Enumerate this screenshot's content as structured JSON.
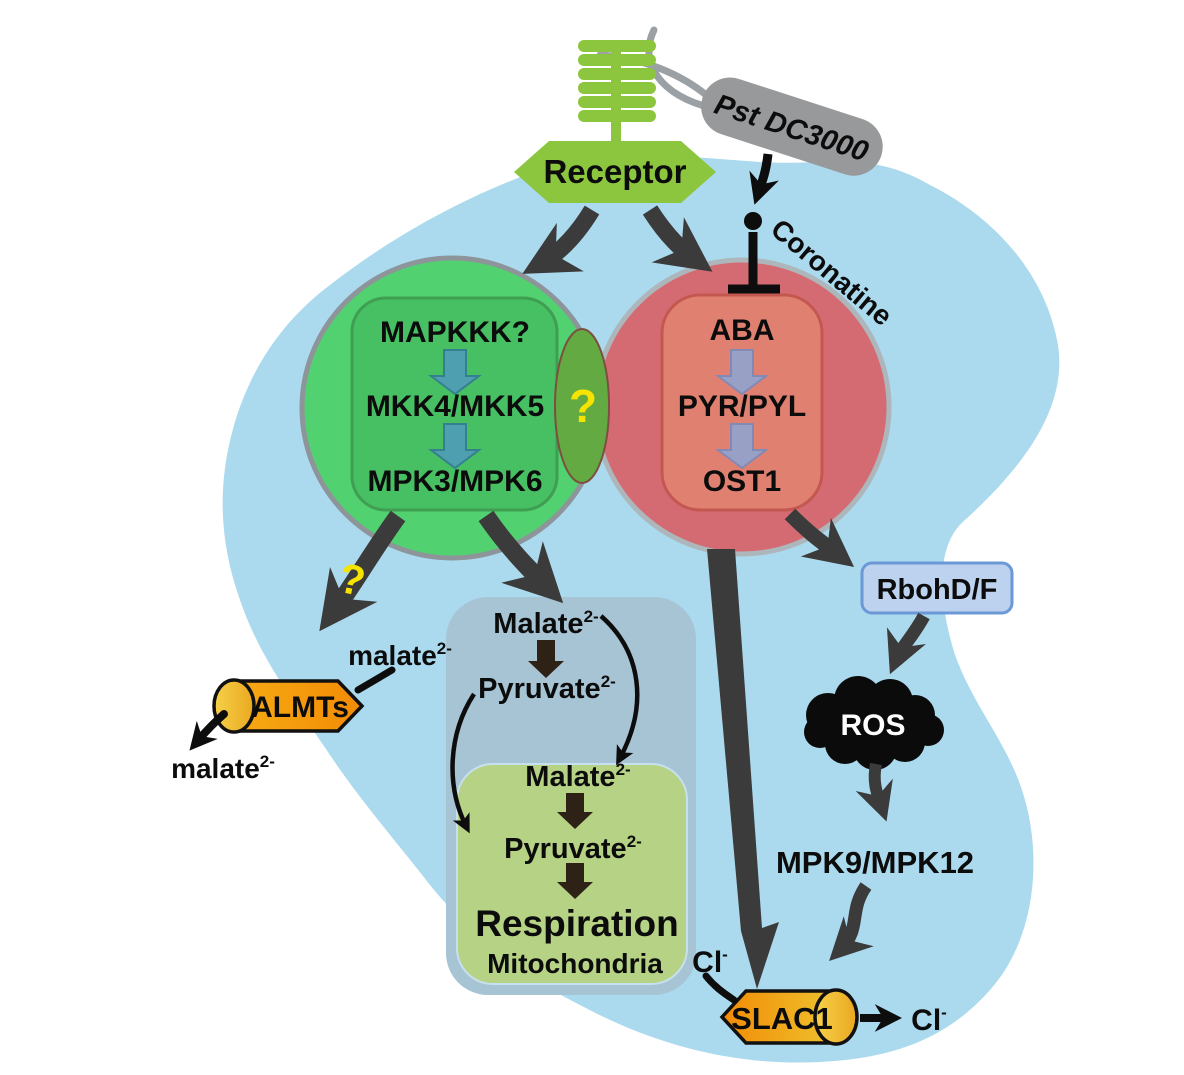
{
  "figure": {
    "description": "Stomatal immunity signaling diagram: Pst DC3000 / receptor signaling to MAPK and ABA cascades controlling ALMT and SLAC1 anion channels"
  },
  "palette": {
    "cell_fill": "#abdaee",
    "green_circle": "#52d170",
    "green_inner": "#46c063",
    "green_inner_stroke": "#3f9e52",
    "red_circle": "#d46b73",
    "red_inner": "#e08070",
    "red_inner_stroke": "#c4574f",
    "overlap_lens": "#63aa42",
    "receptor_green": "#8cc63f",
    "pathogen_gray": "#97999b",
    "cyto_box": "#a7c4d5",
    "mito_box": "#b6d285",
    "rboh_fill": "#bcd2ee",
    "rboh_stroke": "#6b98d6",
    "cloud_black": "#0b0b0b",
    "arrow_dark": "#3b3b3b",
    "teal_arrow": "#4e9fb0",
    "lavender_arrow": "#98a0c6",
    "dark_block_arrow": "#2d2215",
    "question_yellow": "#f6e400",
    "channel_orange": "#f59a10",
    "channel_gold": "#f2c537"
  },
  "nodes": {
    "receptor": "Receptor",
    "pathogen": "Pst DC3000",
    "coronatine": "Coronatine",
    "mapk": [
      "MAPKKK?",
      "MKK4/MKK5",
      "MPK3/MPK6"
    ],
    "aba": [
      "ABA",
      "PYR/PYL",
      "OST1"
    ],
    "overlap_question": "?",
    "almt_question": "?",
    "almts": "ALMTs",
    "slac1": "SLAC1",
    "rboh": "RbohD/F",
    "ros": "ROS",
    "mpk9": "MPK9/MPK12",
    "respiration": "Respiration",
    "mitochondria": "Mitochondria"
  },
  "molecules": {
    "malate_in": {
      "base": "malate",
      "sup": "2-"
    },
    "malate_out": {
      "base": "malate",
      "sup": "2-"
    },
    "malate_cyto": {
      "base": "Malate",
      "sup": "2-"
    },
    "pyruvate_cyto": {
      "base": "Pyruvate",
      "sup": "2-"
    },
    "malate_mito": {
      "base": "Malate",
      "sup": "2-"
    },
    "pyruvate_mito": {
      "base": "Pyruvate",
      "sup": "2-"
    },
    "cl_in": {
      "base": "Cl",
      "sup": "-"
    },
    "cl_out": {
      "base": "Cl",
      "sup": "-"
    }
  }
}
